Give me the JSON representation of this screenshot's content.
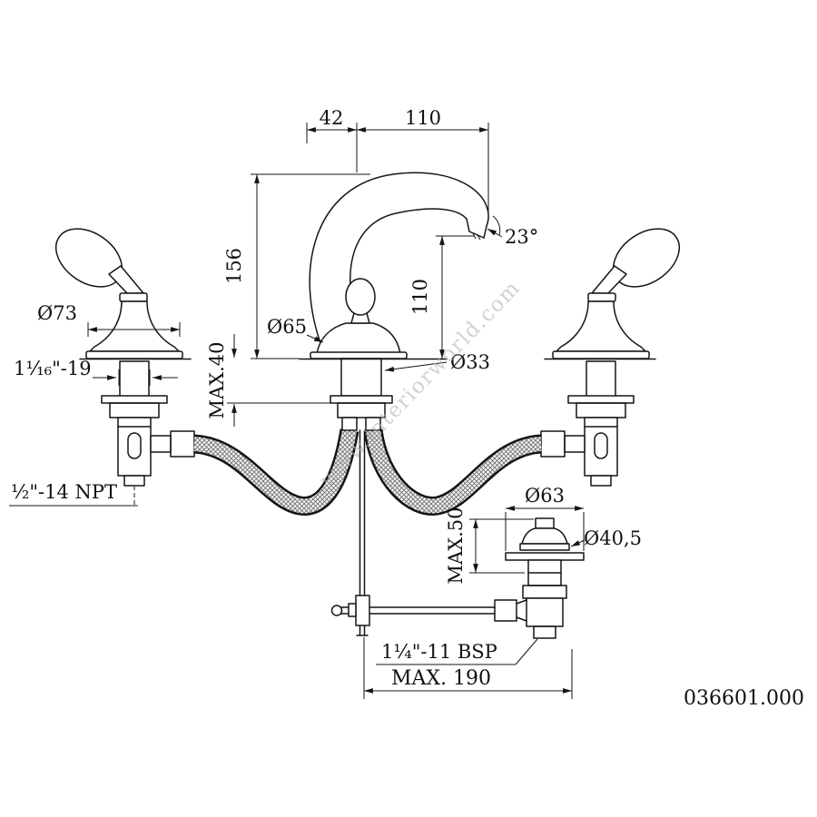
{
  "meta": {
    "product_code": "036601.000",
    "watermark": "www.interiorworld.com"
  },
  "dimensions": {
    "spout_offset": "42",
    "spout_reach": "110",
    "spout_height": "156",
    "spray_angle": "23°",
    "handle_base_dia": "Ø73",
    "spout_base_dia": "Ø65",
    "outlet_height": "110",
    "shank_dia": "Ø33",
    "deck_max": "MAX.40",
    "handle_thread": "1¹⁄₁₆\"-19",
    "supply_thread": "½\"-14 NPT",
    "waste_flange_dia": "Ø63",
    "waste_depth_max": "MAX.50",
    "plug_dia": "Ø40,5",
    "waste_thread": "1¼\"-11 BSP",
    "drain_span_max": "MAX. 190"
  }
}
